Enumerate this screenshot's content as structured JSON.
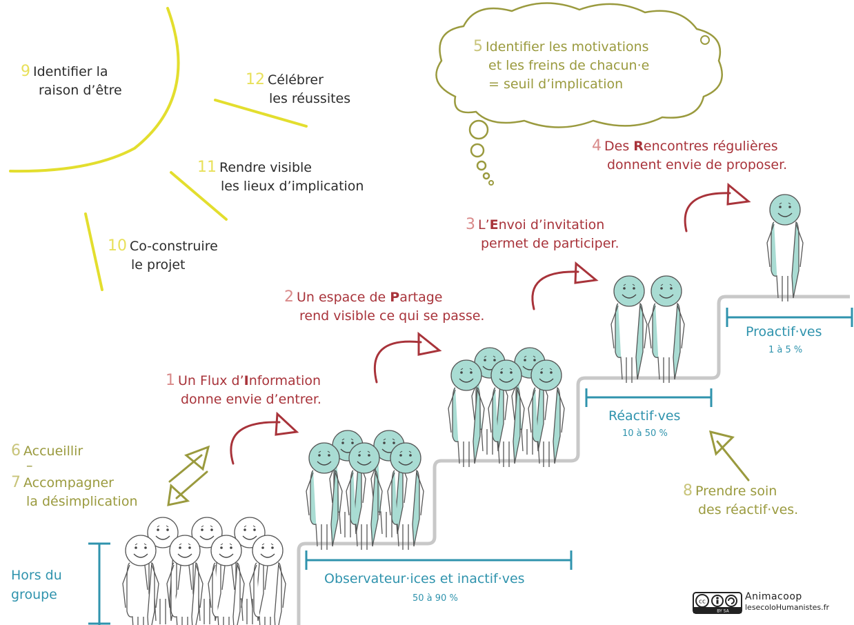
{
  "labels": {
    "s9_num": "9",
    "s9_text_1": "Identifier la",
    "s9_text_2": "raison d’être",
    "s12_num": "12",
    "s12_text_1": "Célébrer",
    "s12_text_2": "les réussites",
    "s11_num": "11",
    "s11_text_1": "Rendre visible",
    "s11_text_2": "les lieux d’implication",
    "s10_num": "10",
    "s10_text_1": "Co-construire",
    "s10_text_2": "le projet",
    "s5_num": "5",
    "s5_text_1": "Identifier les motivations",
    "s5_text_2": "et les freins de chacun·e",
    "s5_text_3": "= seuil d’implication",
    "s4_num": "4",
    "s4_pre": "Des ",
    "s4_bold": "R",
    "s4_post": "encontres régulières",
    "s4_text_2": "donnent envie de proposer.",
    "s3_num": "3",
    "s3_pre": "L’",
    "s3_bold": "E",
    "s3_post": "nvoi d’invitation",
    "s3_text_2": "permet de participer.",
    "s2_num": "2",
    "s2_pre": "Un espace de ",
    "s2_bold": "P",
    "s2_post": "artage",
    "s2_text_2": "rend visible ce qui se passe.",
    "s1_num": "1",
    "s1_pre": "Un Flux d’",
    "s1_bold": "I",
    "s1_post": "nformation",
    "s1_text_2": "donne envie d’entrer.",
    "s6_num": "6",
    "s6_text": "Accueillir",
    "dash": "–",
    "s7_num": "7",
    "s7_text_1": "Accompagner",
    "s7_text_2": "la désimplication",
    "s8_num": "8",
    "s8_text_1": "Prendre soin",
    "s8_text_2": "des réactif·ves."
  },
  "groups": {
    "outside_1": "Hors du",
    "outside_2": "groupe",
    "observers": "Observateur·ices et inactif·ves",
    "observers_pct": "50 à 90 %",
    "reactive": "Réactif·ves",
    "reactive_pct": "10 à 50 %",
    "proactive": "Proactif·ves",
    "proactive_pct": "1 à 5 %"
  },
  "credits": {
    "brand": "Animacoop",
    "site": "lesecoloHumanistes.fr",
    "license": "BY SA"
  },
  "colors": {
    "yellow": "#e3de2e",
    "olive": "#9a9a3e",
    "red": "#a8333a",
    "blue": "#2f93ad",
    "person_fill": "#a9dcd3",
    "stair": "#c8c8c8"
  }
}
